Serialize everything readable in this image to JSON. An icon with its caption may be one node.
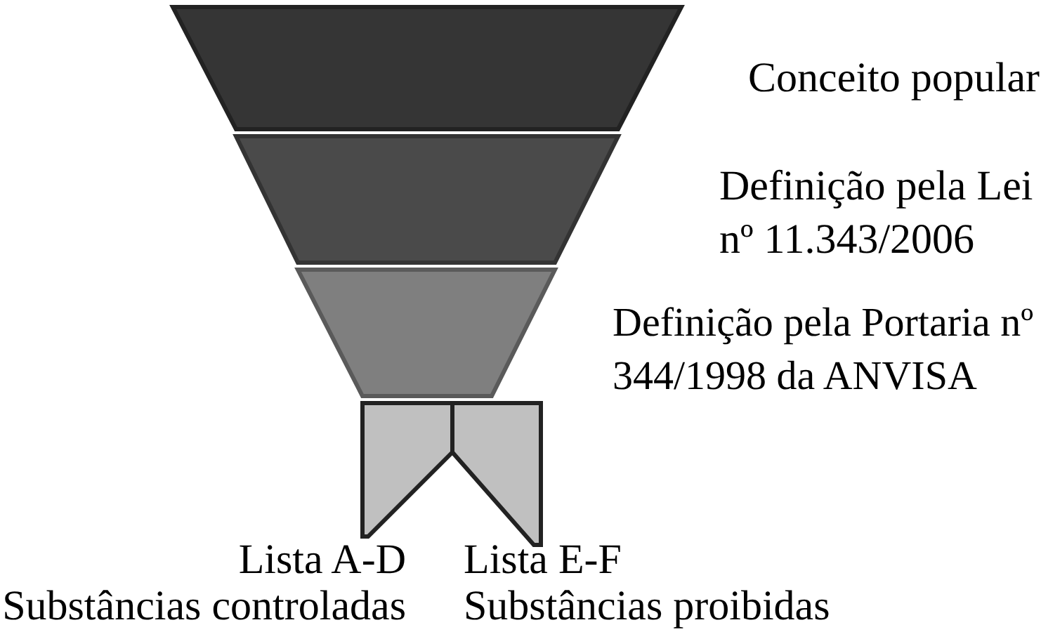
{
  "diagram": {
    "nodes": [
      {
        "text": [],
        "shape": "trapezoid"
      },
      {
        "text": [],
        "shape": "trapezoid"
      },
      {
        "text": [],
        "shape": "trapezoid"
      },
      {
        "text": [
          "Lista A-D",
          "Substâncias controladas"
        ]
      },
      {
        "text": [
          "Lista E-F",
          "Substâncias proibidas"
        ]
      }
    ],
    "labels": [
      "Conceito popular",
      "Definição pela Lei nº 11.343/2006",
      "Definição pela Portaria nº 344/1998 da ANVISA"
    ]
  }
}
